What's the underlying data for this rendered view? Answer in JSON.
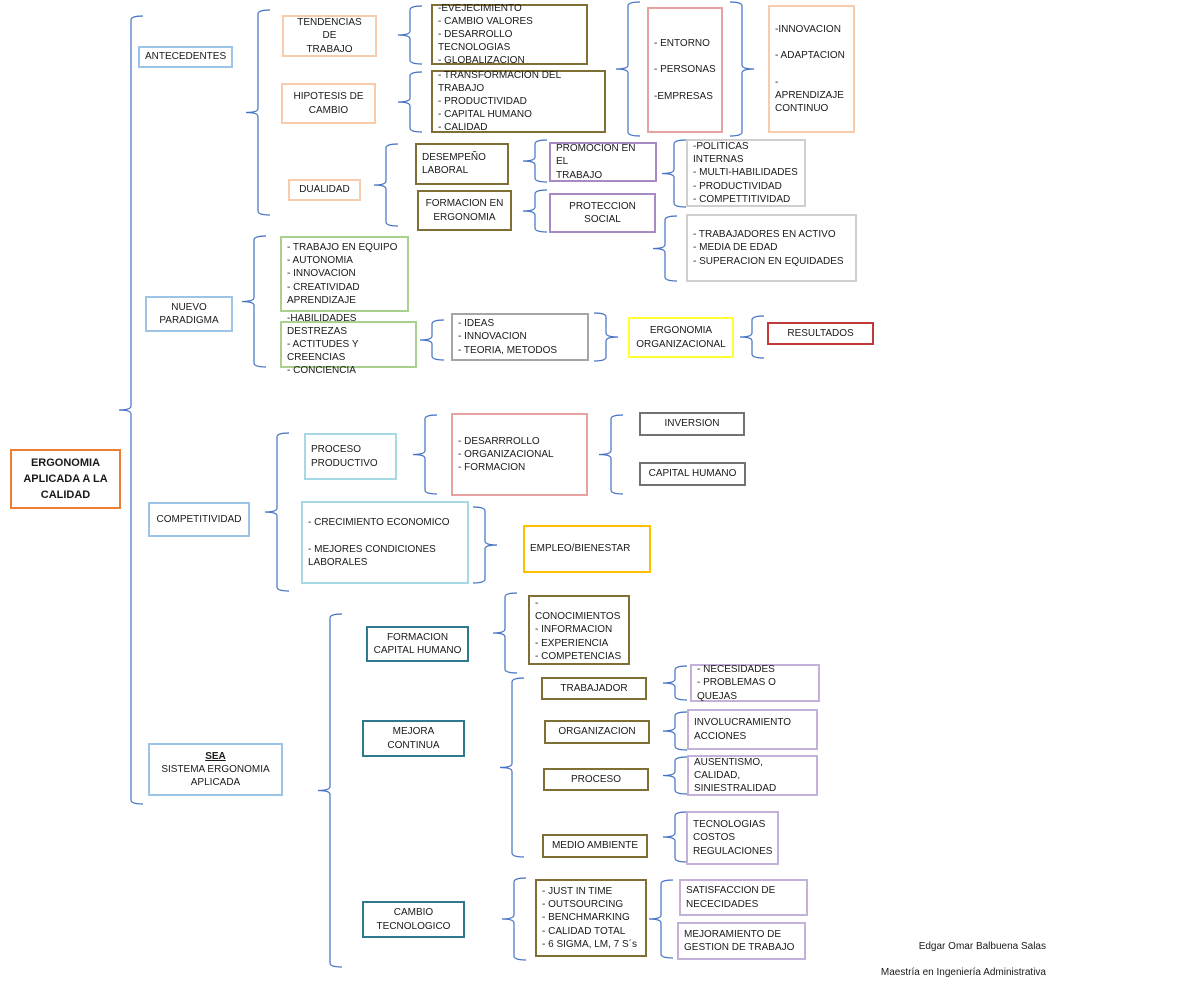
{
  "colors": {
    "bracket": "#4472c4",
    "orange": "#ed7d31",
    "light_blue": "#9dc3e6",
    "peach": "#f8cbad",
    "olive": "#7f6f35",
    "purple": "#a789c4",
    "light_gray": "#d0cece",
    "lime": "#a9d18e",
    "gray": "#a5a5a5",
    "yellow": "#ffff33",
    "red": "#c0393b",
    "pink": "#e6a1a1",
    "cyan": "#a7d8e6",
    "dark_gray": "#767171",
    "gold": "#ffc000",
    "teal": "#2e7a8c",
    "lavender": "#c3b1d9"
  },
  "root": "ERGONOMIA\nAPLICADA A LA\nCALIDAD",
  "antecedentes": {
    "label": "ANTECEDENTES",
    "tendencias": {
      "label": "TENDENCIAS DE\nTRABAJO",
      "items": "-EVEJECIMIENTO\n- CAMBIO VALORES\n- DESARROLLO TECNOLOGIAS\n- GLOBALIZACION"
    },
    "hipotesis": {
      "label": "HIPOTESIS DE\nCAMBIO",
      "items": "- TRANSFORMACION DEL TRABAJO\n- PRODUCTIVIDAD\n- CAPITAL HUMANO\n- CALIDAD"
    },
    "entorno": "- ENTORNO\n\n- PERSONAS\n\n-EMPRESAS",
    "innovacion": "-INNOVACION\n\n- ADAPTACION\n\n- APRENDIZAJE\nCONTINUO",
    "dualidad": {
      "label": "DUALIDAD",
      "desempeno": "DESEMPEÑO\nLABORAL",
      "formacion_ergonomia": "FORMACION EN\nERGONOMIA",
      "promocion": "PROMOCION EN EL\nTRABAJO",
      "proteccion": "PROTECCION\nSOCIAL",
      "politicas": "-POLITICAS INTERNAS\n- MULTI-HABILIDADES\n- PRODUCTIVIDAD\n- COMPETTITIVIDAD",
      "trabajadores": "- TRABAJADORES EN ACTIVO\n- MEDIA DE EDAD\n- SUPERACION EN EQUIDADES"
    }
  },
  "nuevo_paradigma": {
    "label": "NUEVO\nPARADIGMA",
    "trabajo_equipo": "- TRABAJO EN EQUIPO\n- AUTONOMIA\n- INNOVACION\n- CREATIVIDAD\nAPRENDIZAJE",
    "habilidades": "-HABILIDADES DESTREZAS\n- ACTITUDES Y CREENCIAS\n- CONCIENCIA",
    "ideas": "- IDEAS\n- INNOVACION\n- TEORIA, METODOS",
    "ergonomia_org": "ERGONOMIA\nORGANIZACIONAL",
    "resultados": "RESULTADOS"
  },
  "competitividad": {
    "label": "COMPETITIVIDAD",
    "proceso_productivo": "PROCESO\nPRODUCTIVO",
    "desarrollo": "- DESARRROLLO\n- ORGANIZACIONAL\n- FORMACION",
    "inversion": "INVERSION",
    "capital_humano": "CAPITAL HUMANO",
    "crecimiento": "- CRECIMIENTO ECONOMICO\n\n- MEJORES CONDICIONES\nLABORALES",
    "empleo": "EMPLEO/BIENESTAR"
  },
  "sea": {
    "abbr": "SEA",
    "label": "SISTEMA ERGONOMIA\nAPLICADA",
    "formacion_capital": "FORMACION\nCAPITAL HUMANO",
    "conocimientos": "- CONOCIMIENTOS\n- INFORMACION\n- EXPERIENCIA\n- COMPETENCIAS",
    "mejora_continua": "MEJORA\nCONTINUA",
    "trabajador": "TRABAJADOR",
    "necesidades": "- NECESIDADES\n- PROBLEMAS O QUEJAS",
    "organizacion": "ORGANIZACION",
    "involucramiento": "INVOLUCRAMIENTO\nACCIONES",
    "proceso": "PROCESO",
    "ausentismo": "AUSENTISMO, CALIDAD,\nSINIESTRALIDAD",
    "medio_ambiente": "MEDIO AMBIENTE",
    "tecnologias": "TECNOLOGIAS\nCOSTOS\nREGULACIONES",
    "cambio_tecnologico": "CAMBIO\nTECNOLOGICO",
    "just_in_time": "- JUST IN TIME\n- OUTSOURCING\n- BENCHMARKING\n- CALIDAD TOTAL\n- 6 SIGMA, LM, 7 S´s",
    "satisfaccion": "SATISFACCION DE\nNECECIDADES",
    "mejoramiento": "MEJORAMIENTO DE\nGESTION DE TRABAJO"
  },
  "credit": {
    "author": "Edgar Omar Balbuena Salas",
    "program": "Maestría en Ingeniería Administrativa"
  }
}
